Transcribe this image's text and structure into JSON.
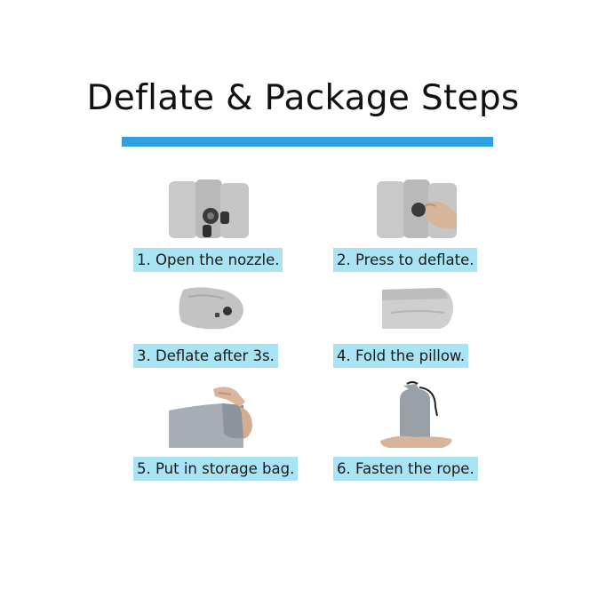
{
  "title": "Deflate & Package Steps",
  "accent_color": "#2fa1e3",
  "label_bg_color": "#a8e4f3",
  "steps": [
    {
      "label": "1. Open the nozzle.",
      "icon": "pillow-nozzle-icon"
    },
    {
      "label": "2. Press to deflate.",
      "icon": "pillow-press-icon"
    },
    {
      "label": "3. Deflate after 3s.",
      "icon": "deflated-pillow-icon"
    },
    {
      "label": "4. Fold the pillow.",
      "icon": "folded-pillow-icon"
    },
    {
      "label": "5. Put in storage bag.",
      "icon": "storage-bag-insert-icon"
    },
    {
      "label": "6. Fasten the rope.",
      "icon": "drawstring-bag-icon"
    }
  ]
}
